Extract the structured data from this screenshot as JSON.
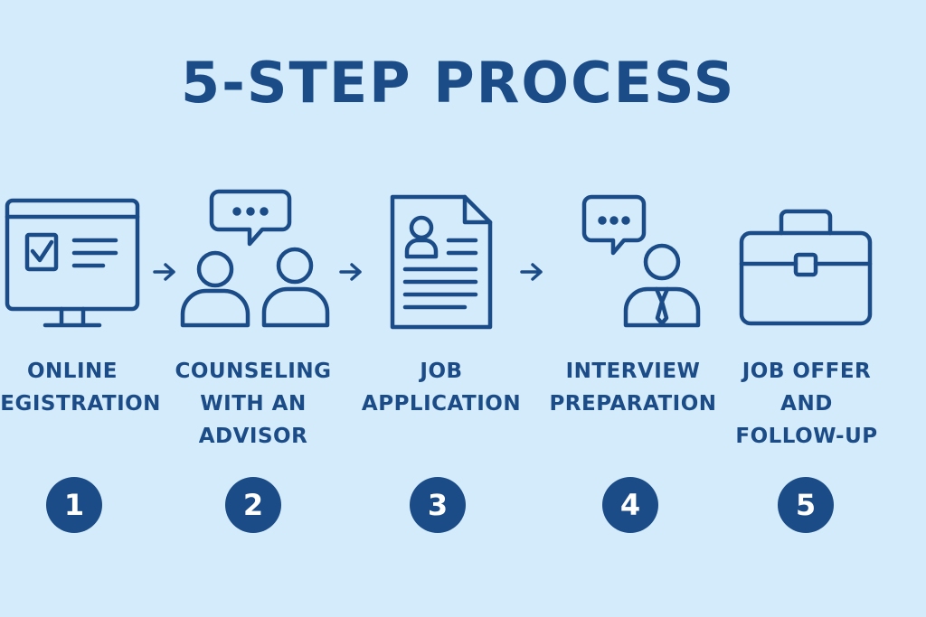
{
  "title": "5-STEP PROCESS",
  "colors": {
    "background": "#d3ebfa",
    "primary": "#1c4c87",
    "badge_text": "#ffffff"
  },
  "steps": [
    {
      "number": "1",
      "icon": "computer-checkbox-icon",
      "label_lines": [
        "ONLINE",
        "REGISTRATION"
      ]
    },
    {
      "number": "2",
      "icon": "advisor-chat-icon",
      "label_lines": [
        "COUNSELING",
        "WITH AN",
        "ADVISOR"
      ]
    },
    {
      "number": "3",
      "icon": "resume-document-icon",
      "label_lines": [
        "JOB",
        "APPLICATION"
      ]
    },
    {
      "number": "4",
      "icon": "interview-person-icon",
      "label_lines": [
        "INTERVIEW",
        "PREPARATION"
      ]
    },
    {
      "number": "5",
      "icon": "briefcase-icon",
      "label_lines": [
        "JOB OFFER",
        "AND",
        "FOLLOW-UP"
      ]
    }
  ]
}
